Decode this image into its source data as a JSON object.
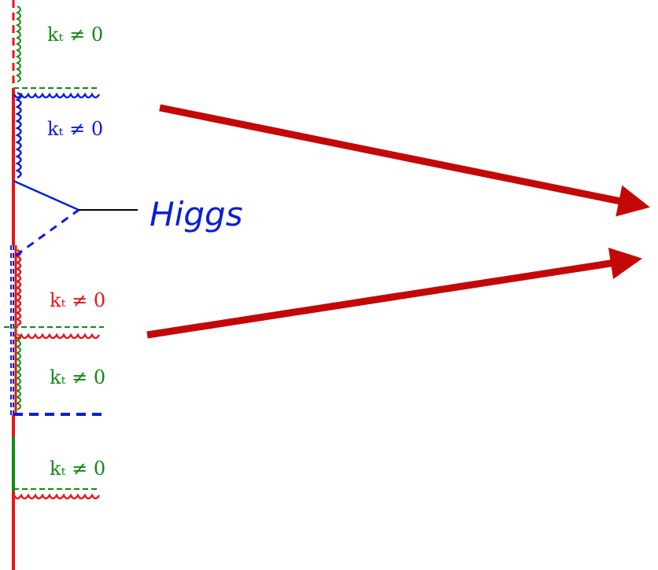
{
  "diagram": {
    "labels": {
      "kt_1": "kₜ ≠ 0",
      "kt_2": "kₜ ≠ 0",
      "kt_3": "kₜ ≠ 0",
      "kt_4": "kₜ ≠ 0",
      "kt_5": "kₜ ≠ 0",
      "higgs": "Higgs"
    },
    "colors": {
      "red": "#e8141a",
      "green": "#138a13",
      "blue": "#0a1edc",
      "arrow": "#c40808",
      "higgs_line": "#000000"
    }
  }
}
